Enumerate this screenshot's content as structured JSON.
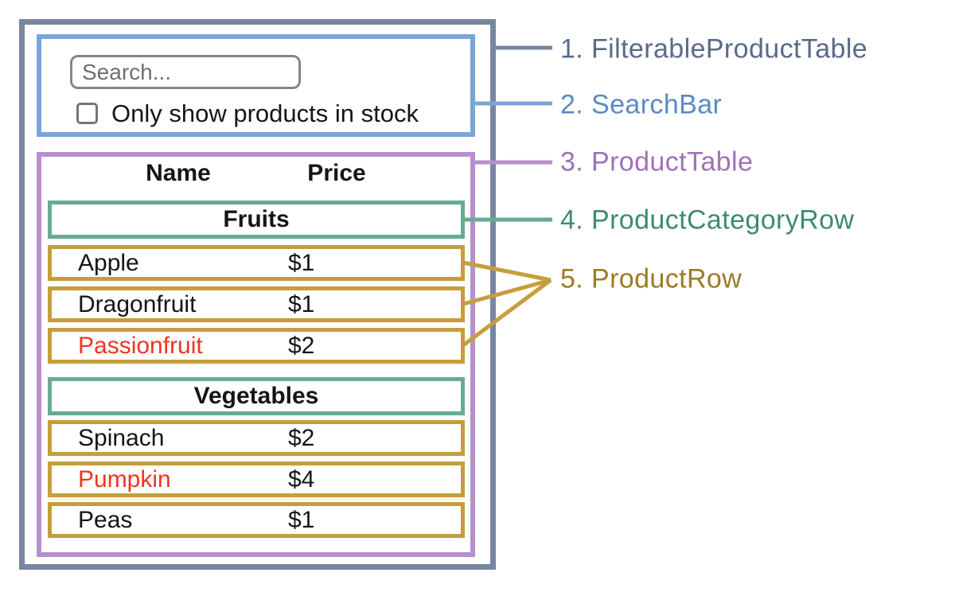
{
  "colors": {
    "filterable_product_table": {
      "border": "#78869f",
      "label": "#5a6a87"
    },
    "search_bar": {
      "border": "#7ba5da",
      "label": "#5c89c5"
    },
    "product_table": {
      "border": "#b78fcd",
      "label": "#9e72b8"
    },
    "product_category_row": {
      "border": "#67aa95",
      "label": "#3e8a74"
    },
    "product_row": {
      "border": "#c59e3e",
      "label": "#9c7b24"
    },
    "out_of_stock_red": "#ee3424",
    "body_text": "#151515"
  },
  "search_bar": {
    "search_placeholder": "Search...",
    "checkbox_label": "Only show products in stock",
    "checkbox_checked": false
  },
  "product_table": {
    "headers": {
      "name": "Name",
      "price": "Price"
    },
    "rows": [
      {
        "type": "category",
        "label": "Fruits"
      },
      {
        "type": "product",
        "name": "Apple",
        "price": "$1",
        "name_color": "#151515"
      },
      {
        "type": "product",
        "name": "Dragonfruit",
        "price": "$1",
        "name_color": "#151515"
      },
      {
        "type": "product",
        "name": "Passionfruit",
        "price": "$2",
        "name_color": "#ee3424"
      },
      {
        "type": "category",
        "label": "Vegetables"
      },
      {
        "type": "product",
        "name": "Spinach",
        "price": "$2",
        "name_color": "#151515"
      },
      {
        "type": "product",
        "name": "Pumpkin",
        "price": "$4",
        "name_color": "#ee3424"
      },
      {
        "type": "product",
        "name": "Peas",
        "price": "$1",
        "name_color": "#151515"
      }
    ]
  },
  "legend": [
    {
      "label": "1. FilterableProductTable",
      "color": "#5a6a87"
    },
    {
      "label": "2. SearchBar",
      "color": "#5c89c5"
    },
    {
      "label": "3. ProductTable",
      "color": "#9e72b8"
    },
    {
      "label": "4. ProductCategoryRow",
      "color": "#3e8a74"
    },
    {
      "label": "5. ProductRow",
      "color": "#9c7b24"
    }
  ]
}
